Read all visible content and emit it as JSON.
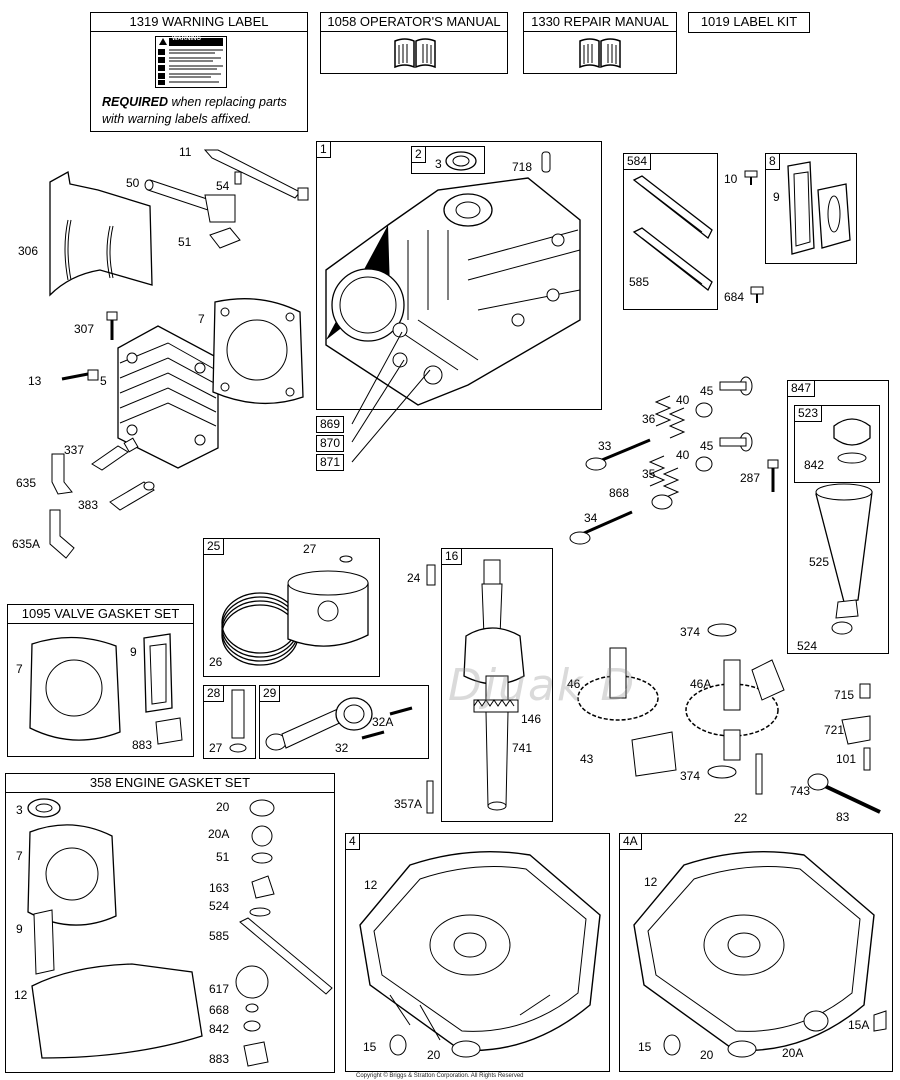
{
  "header_boxes": {
    "warning_label": "1319 WARNING LABEL",
    "operators_manual": "1058 OPERATOR'S MANUAL",
    "repair_manual": "1330 REPAIR MANUAL",
    "label_kit": "1019 LABEL KIT"
  },
  "warning_note": {
    "bold": "REQUIRED",
    "line1": " when replacing parts",
    "line2": "with warning labels affixed."
  },
  "warning_sticker_title": "WARNING",
  "group_titles": {
    "valve_gasket_set": "1095 VALVE GASKET SET",
    "engine_gasket_set": "358 ENGINE GASKET SET"
  },
  "box_tags": {
    "cylinder": "1",
    "seal": "2",
    "sump4": "4",
    "sump4a": "4A",
    "piston": "25",
    "crank": "16",
    "pin": "28",
    "rod": "29",
    "guide584": "584",
    "gasket8": "8",
    "dipstick847": "847",
    "cap523": "523"
  },
  "callouts": {
    "c11": "11",
    "c50": "50",
    "c54": "54",
    "c51": "51",
    "c306": "306",
    "c307": "307",
    "c7": "7",
    "c13": "13",
    "c5": "5",
    "c337": "337",
    "c635": "635",
    "c383": "383",
    "c635A": "635A",
    "c3": "3",
    "c718": "718",
    "c869": "869",
    "c870": "870",
    "c871": "871",
    "c10": "10",
    "c9": "9",
    "c585": "585",
    "c684": "684",
    "c45a": "45",
    "c40a": "40",
    "c36": "36",
    "c33": "33",
    "c45b": "45",
    "c40b": "40",
    "c35": "35",
    "c868": "868",
    "c287": "287",
    "c34": "34",
    "c842": "842",
    "c525": "525",
    "c524": "524",
    "c27": "27",
    "c26": "26",
    "c24": "24",
    "c357A": "357A",
    "c374a": "374",
    "c46": "46",
    "c46A": "46A",
    "c146": "146",
    "c741": "741",
    "c43": "43",
    "c374b": "374",
    "c22": "22",
    "c715": "715",
    "c721": "721",
    "c101": "101",
    "c743": "743",
    "c83": "83",
    "c27b": "27",
    "c32A": "32A",
    "c32": "32",
    "v7": "7",
    "v9": "9",
    "v883": "883",
    "g3": "3",
    "g20": "20",
    "g20A": "20A",
    "g51": "51",
    "g7": "7",
    "g163": "163",
    "g524": "524",
    "g585": "585",
    "g9": "9",
    "g12": "12",
    "g617": "617",
    "g668": "668",
    "g842": "842",
    "g883": "883",
    "s12": "12",
    "s15": "15",
    "s20": "20",
    "t12": "12",
    "t15": "15",
    "t20": "20",
    "t20A": "20A",
    "t15A": "15A"
  },
  "watermark": "Djuak D",
  "copyright": "Copyright © Briggs & Stratton Corporation. All Rights Reserved"
}
